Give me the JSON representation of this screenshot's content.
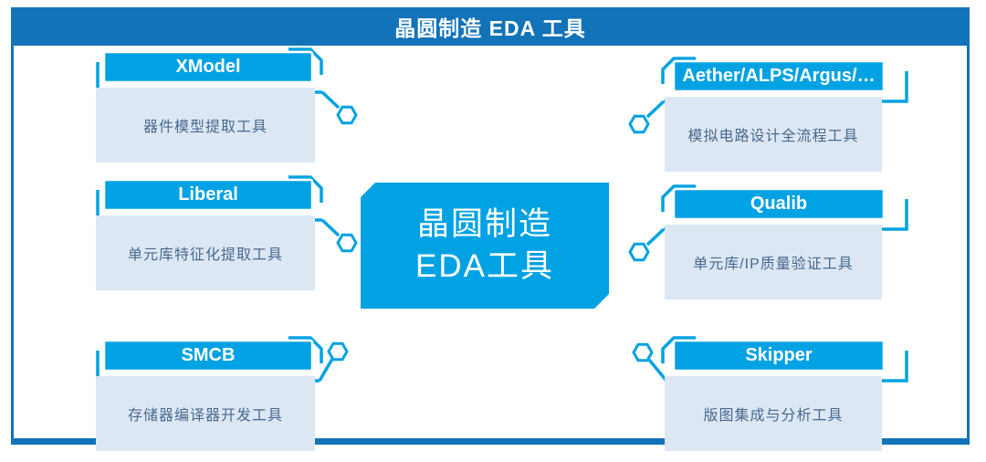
{
  "header": {
    "title": "晶圆制造 EDA 工具"
  },
  "center": {
    "line1": "晶圆制造",
    "line2": "EDA工具"
  },
  "tools": [
    {
      "name": "XModel",
      "desc": "器件模型提取工具"
    },
    {
      "name": "Aether/ALPS/Argus/…",
      "desc": "模拟电路设计全流程工具"
    },
    {
      "name": "Liberal",
      "desc": "单元库特征化提取工具"
    },
    {
      "name": "Qualib",
      "desc": "单元库/IP质量验证工具"
    },
    {
      "name": "SMCB",
      "desc": "存储器编译器开发工具"
    },
    {
      "name": "Skipper",
      "desc": "版图集成与分析工具"
    }
  ],
  "icons": [
    "hexagon-node-icon",
    "bracket-connector-icon",
    "corner-fold-icon"
  ],
  "colors": {
    "frame_blue": "#1273b8",
    "accent_cyan": "#00a2e3",
    "card_bg": "#dce7f3",
    "card_text": "#47698f"
  }
}
